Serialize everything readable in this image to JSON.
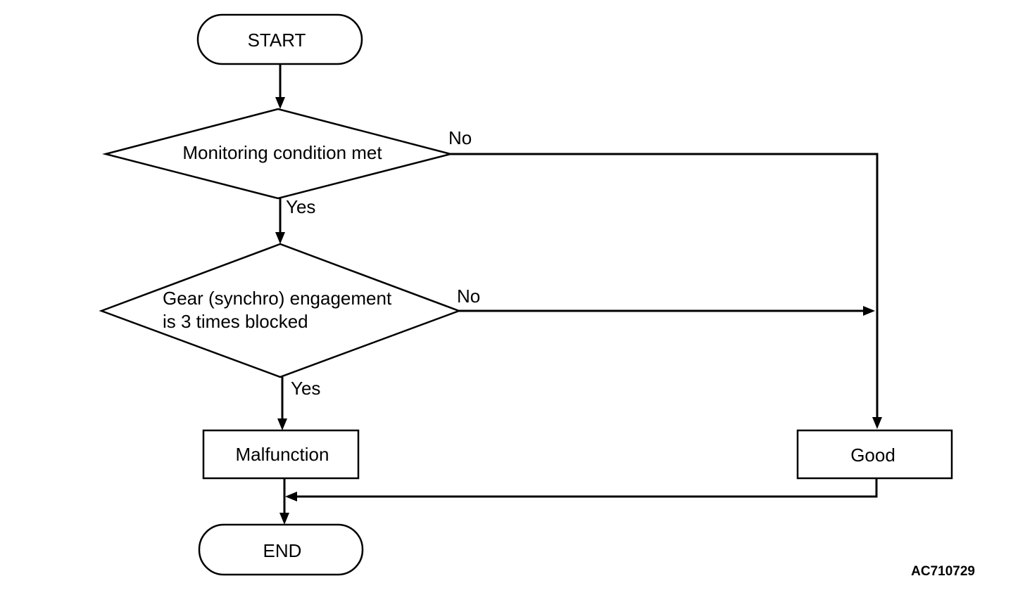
{
  "nodes": {
    "start": {
      "label": "START"
    },
    "monitoring_condition": {
      "label": "Monitoring condition met"
    },
    "gear_blocked": {
      "label_line1": "Gear (synchro) engagement",
      "label_line2": "is 3 times blocked"
    },
    "malfunction": {
      "label": "Malfunction"
    },
    "good": {
      "label": "Good"
    },
    "end": {
      "label": "END"
    }
  },
  "edges": {
    "monitoring_no": "No",
    "monitoring_yes": "Yes",
    "gear_no": "No",
    "gear_yes": "Yes"
  },
  "reference_code": "AC710729",
  "colors": {
    "stroke": "#000000",
    "background": "#ffffff"
  }
}
